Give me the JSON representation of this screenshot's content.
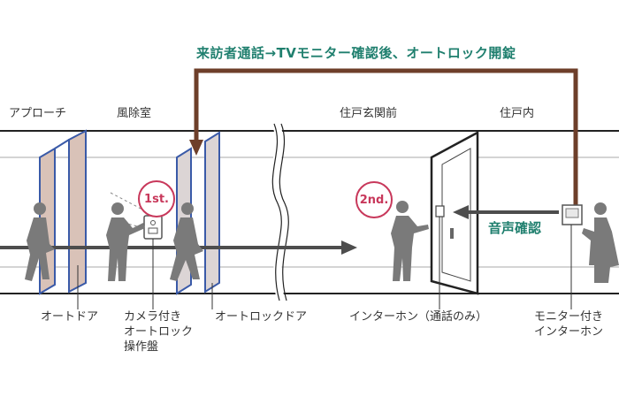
{
  "message_top": "来訪者通話→TVモニター確認後、オートロック開錠",
  "voice_check": "音声確認",
  "areas": {
    "approach": "アプローチ",
    "windbreak": "風除室",
    "entrance_front": "住戸玄関前",
    "unit_inside": "住戸内"
  },
  "steps": {
    "first": "1st.",
    "second": "2nd."
  },
  "callouts": {
    "auto_door": "オートドア",
    "camera_panel": [
      "カメラ付き",
      "オートロック",
      "操作盤"
    ],
    "autolock_door": "オートロックドア",
    "intercom_call_only": "インターホン（通話のみ）",
    "monitor_intercom": [
      "モニター付き",
      "インターホン"
    ]
  },
  "colors": {
    "accent_text": "#1f7f6e",
    "step_circle": "#c8385b",
    "brown_path": "#6e3f2a",
    "glass_blue": "#3a5aa8",
    "glass_tint": "#d9c2b8",
    "figure": "#7a7a7a",
    "arrow_dark": "#4d4d4d"
  }
}
